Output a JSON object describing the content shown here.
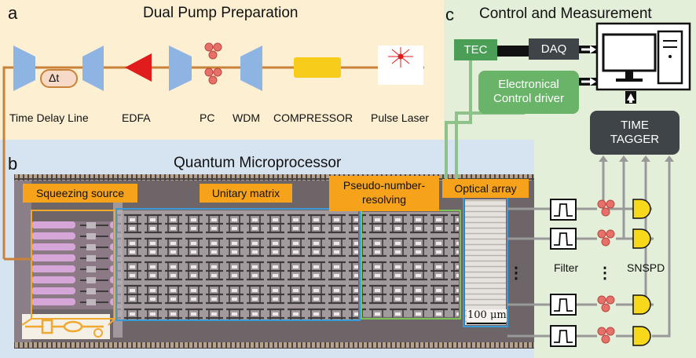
{
  "panels": {
    "a": {
      "letter": "a",
      "title": "Dual Pump Preparation"
    },
    "b": {
      "letter": "b",
      "title": "Quantum Microprocessor"
    },
    "c": {
      "letter": "c",
      "title": "Control and Measurement"
    }
  },
  "pump_components": {
    "delay_symbol": "Δt",
    "time_delay_line": "Time Delay Line",
    "edfa": "EDFA",
    "pc": "PC",
    "wdm": "WDM",
    "compressor": "COMPRESSOR",
    "pulse_laser": "Pulse Laser"
  },
  "chip_regions": {
    "squeezing": "Squeezing source",
    "unitary": "Unitary matrix",
    "pnr_line1": "Pseudo-number-",
    "pnr_line2": "resolving",
    "optical_array": "Optical array",
    "scale_bar": "100 μm"
  },
  "control": {
    "tec": "TEC",
    "daq": "DAQ",
    "driver_line1": "Electronical",
    "driver_line2": "Control driver",
    "tagger_line1": "TIME",
    "tagger_line2": "TAGGER",
    "filter": "Filter",
    "snspd": "SNSPD",
    "ellipsis": "⋮"
  },
  "colors": {
    "panel_a_bg": "#fdf0d2",
    "panel_b_bg": "#d6e3f1",
    "panel_c_bg": "#e3efd9",
    "orange_tag": "#f7a21b",
    "tec_green": "#4a9e55",
    "driver_green": "#6ab46a",
    "dark_box": "#3e4447",
    "lens_blue": "#8eb4e3",
    "fiber": "#c8823a",
    "edfa_red": "#e01c1c",
    "compressor_yellow": "#f8cc1b",
    "pc_pink": "#e8706a",
    "detector_yellow": "#f8d81b",
    "squeeze_box": "#f0a830",
    "unitary_box": "#3a9ad8",
    "pnr_box": "#7dc15a",
    "array_box": "#3a9ad8"
  }
}
